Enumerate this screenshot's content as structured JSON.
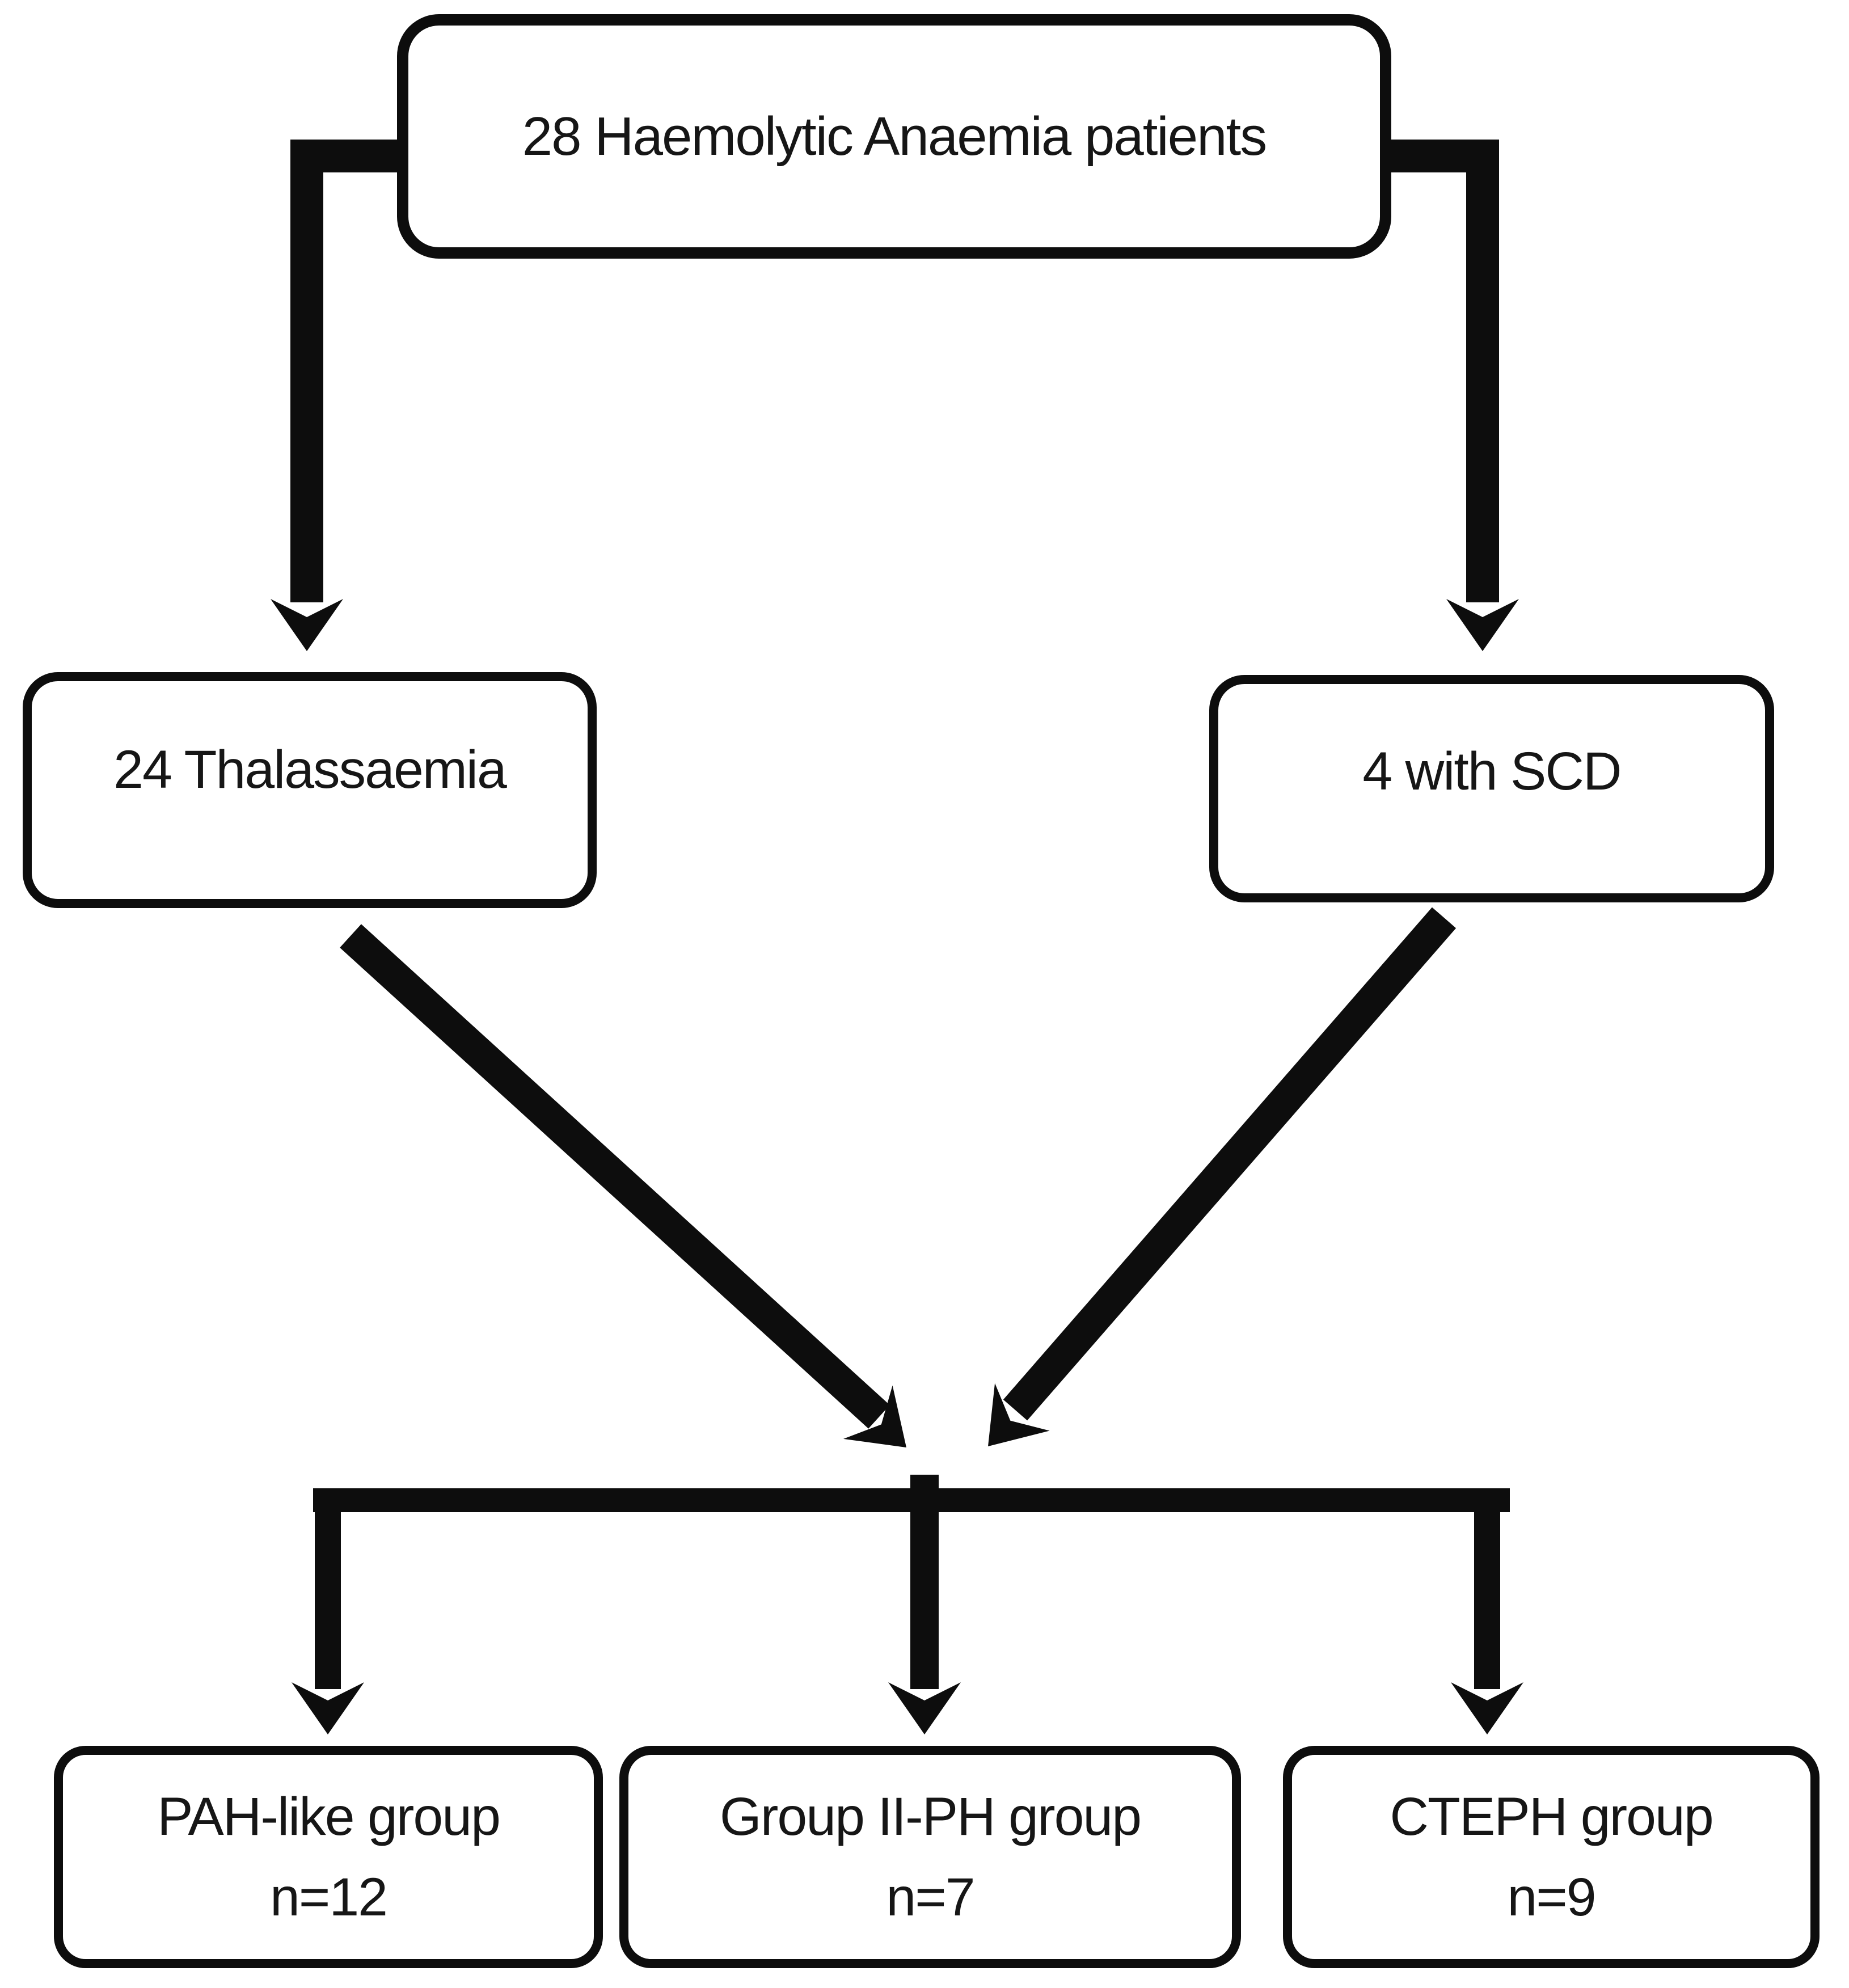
{
  "figure": {
    "background_color": "#ffffff",
    "ink_color": "#0d0d0d",
    "root": {
      "label": "28 Haemolytic Anaemia patients"
    },
    "branches": [
      {
        "label": "24 Thalassaemia"
      },
      {
        "label": "4 with SCD"
      }
    ],
    "groups": [
      {
        "label": "PAH-like group",
        "count": "n=12"
      },
      {
        "label": "Group II-PH group",
        "count": "n=7"
      },
      {
        "label": "CTEPH group",
        "count": "n=9"
      }
    ]
  }
}
